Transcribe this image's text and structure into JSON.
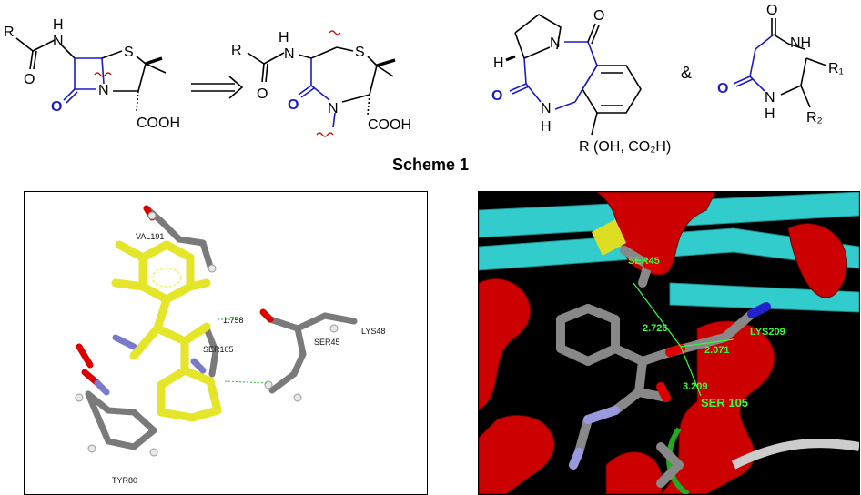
{
  "scheme": {
    "title": "Scheme 1",
    "amp": "&",
    "mol1": {
      "r": "R",
      "o_acyl": "O",
      "h": "H",
      "n_amide": "N",
      "s": "S",
      "o_lactam": "O",
      "n_ring": "N",
      "cooh": "COOH"
    },
    "mol2": {
      "r": "R",
      "o_acyl": "O",
      "h": "H",
      "n_amide": "N",
      "s": "S",
      "o_lactam": "O",
      "n_ring": "N",
      "cooh": "COOH"
    },
    "mol3": {
      "o_top": "O",
      "n_pyr": "N",
      "h_stereo": "H",
      "o_lactam": "O",
      "n_h": "N",
      "h": "H",
      "substituent": "R (OH, CO₂H)"
    },
    "mol4": {
      "o_top": "O",
      "nh_top": "NH",
      "r1": "R₁",
      "o_left": "O",
      "n_bottom": "N",
      "h_bottom": "H",
      "r2": "R₂"
    }
  },
  "docking_left": {
    "labels": {
      "val": "VAL191",
      "ser": "SER105",
      "lys": "LYS48",
      "ser45": "SER45",
      "tyr": "TYR80",
      "dist": "1.758"
    }
  },
  "docking_right": {
    "labels": {
      "ser45": "SER45",
      "lys": "LYS209",
      "ser105": "SER 105",
      "d1": "2.726",
      "d2": "2.071",
      "d3": "3.209"
    }
  },
  "colors": {
    "blue_bond": "#1a1acc",
    "wavy": "#cc0000",
    "ligand_yellow": "#e5e52a",
    "helix_red": "#cc0000",
    "sheet_cyan": "#33cccc",
    "hbond_green": "#33ff33",
    "stick_gray": "#7a7a7a"
  }
}
